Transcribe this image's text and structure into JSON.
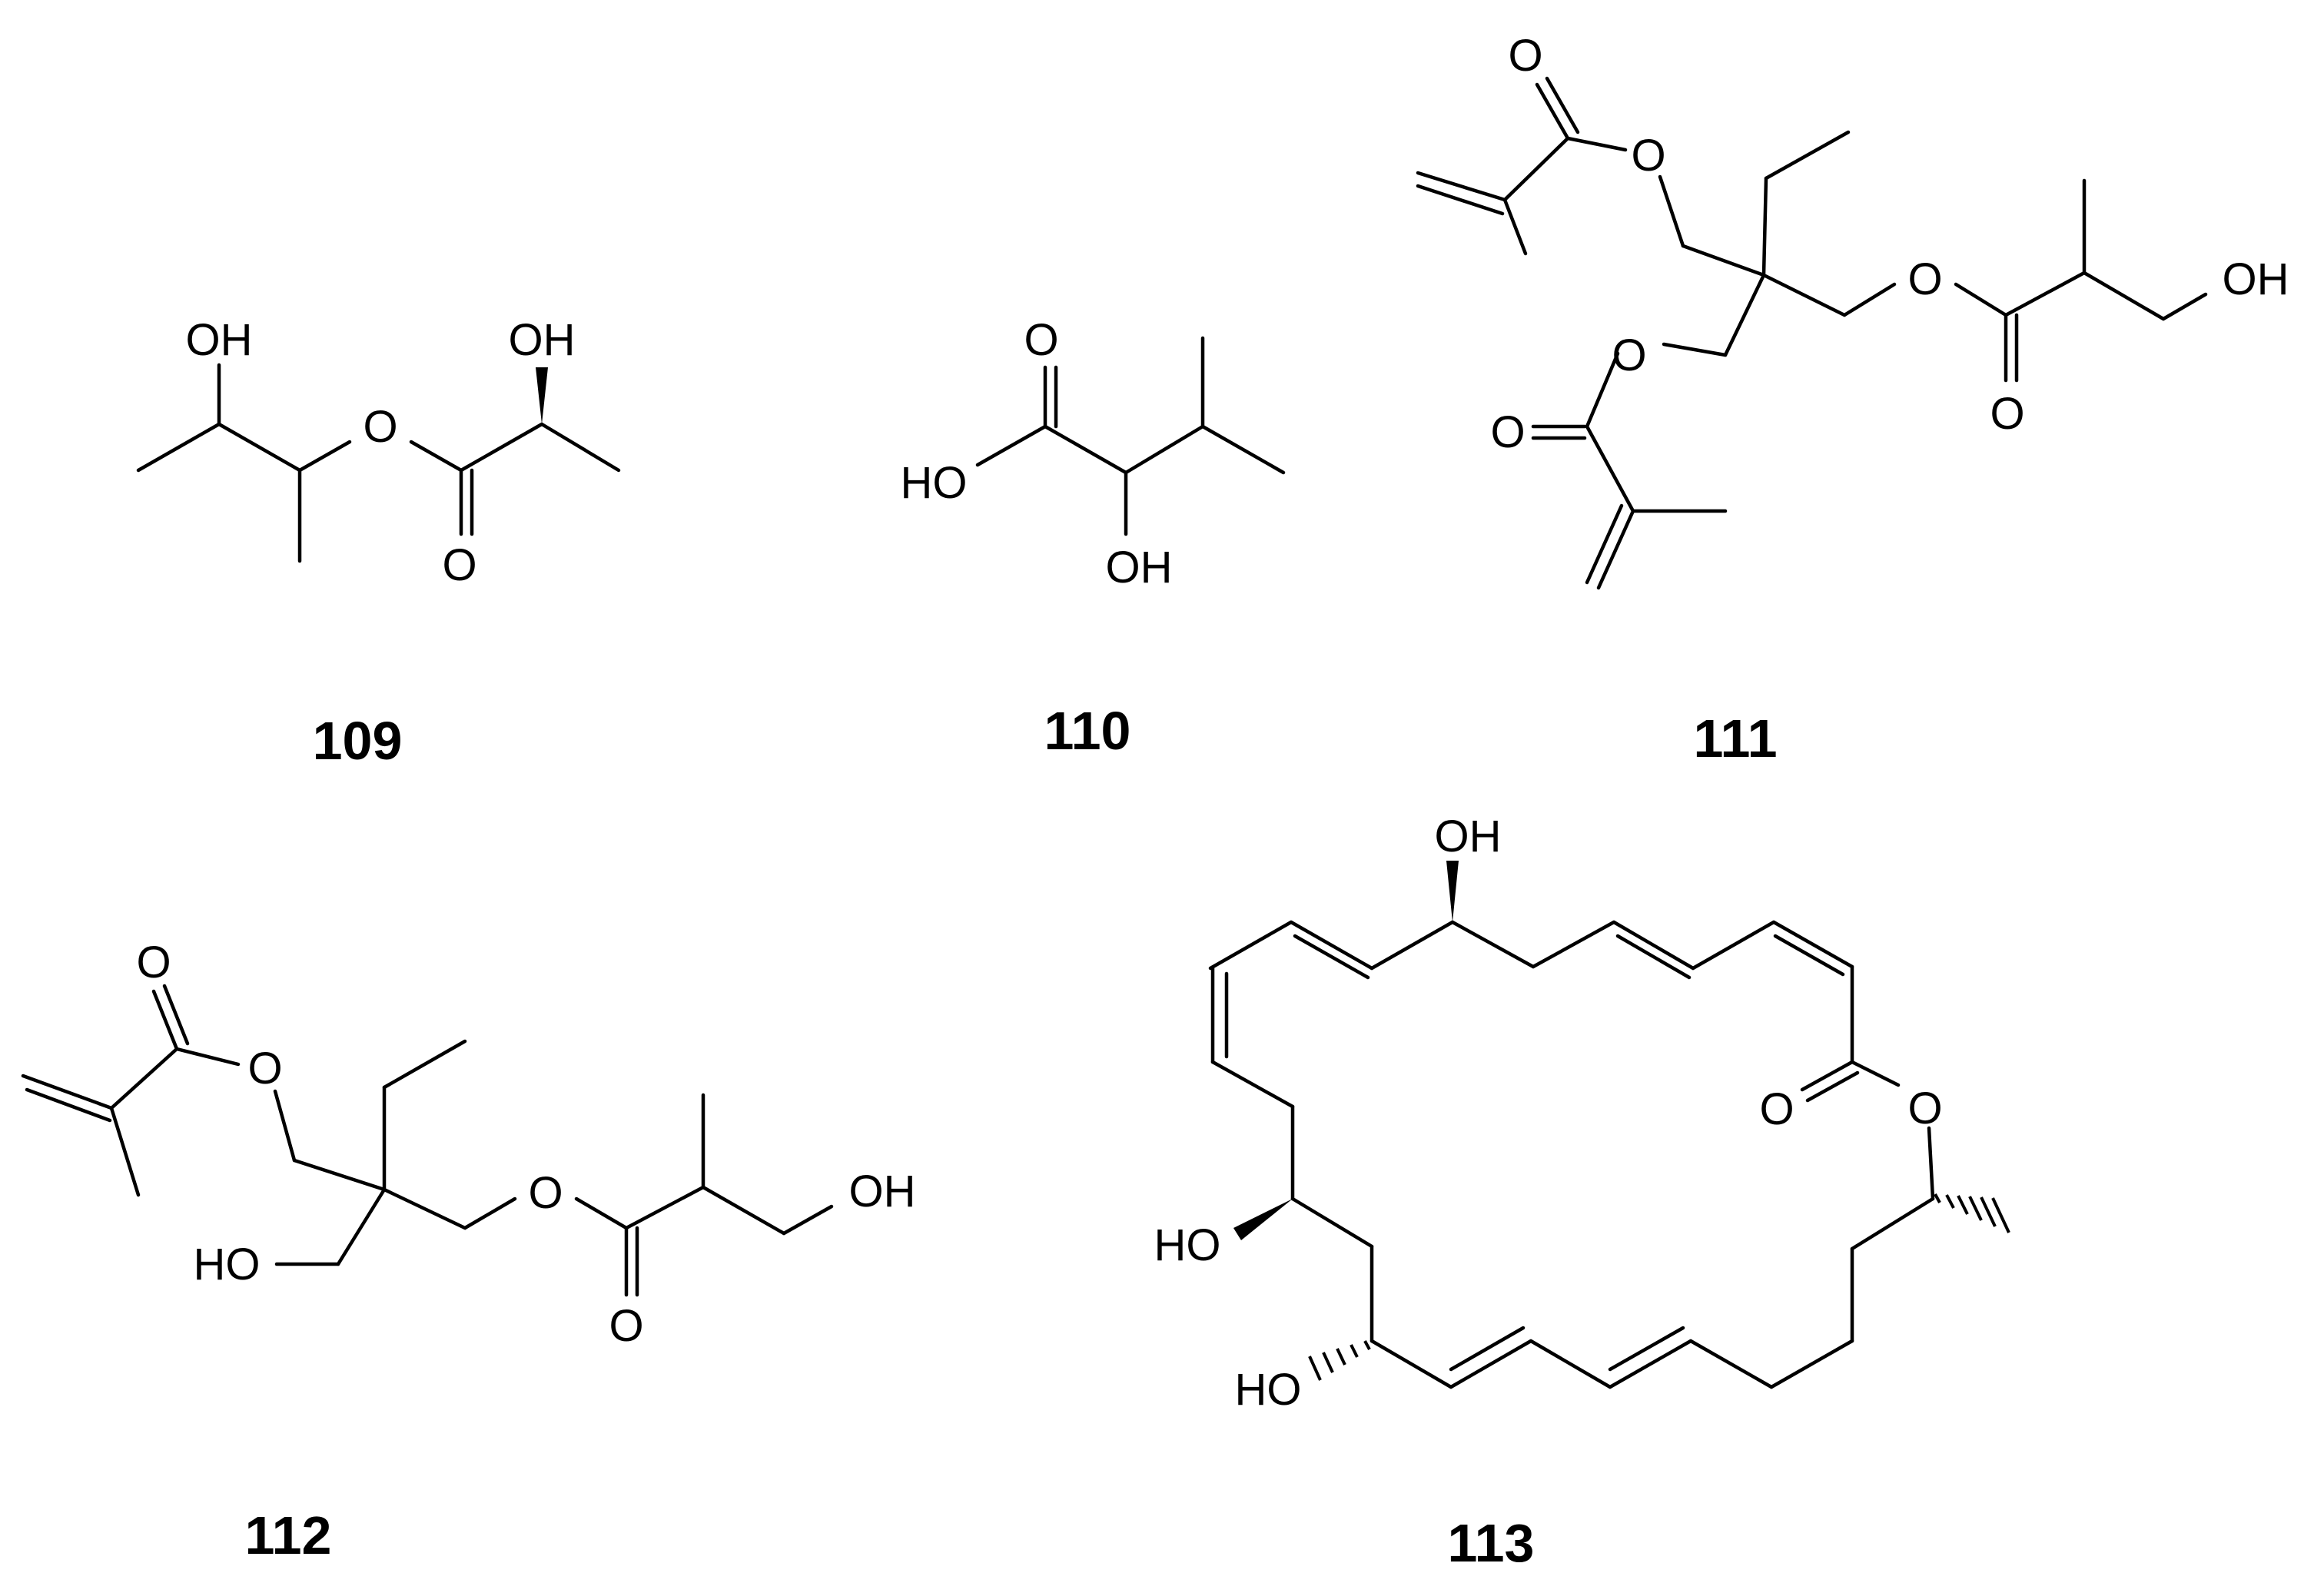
{
  "compounds": [
    {
      "id": "109",
      "labels": {
        "oh1": "OH",
        "oh2": "OH",
        "o_ester": "O",
        "o_carbonyl": "O"
      }
    },
    {
      "id": "110",
      "labels": {
        "o_carbonyl": "O",
        "ho": "HO",
        "oh": "OH"
      }
    },
    {
      "id": "111",
      "labels": {
        "o1": "O",
        "o2": "O",
        "o3": "O",
        "o4": "O",
        "o5": "O",
        "o6": "O",
        "oh": "OH"
      }
    },
    {
      "id": "112",
      "labels": {
        "o1": "O",
        "o2": "O",
        "ho": "HO",
        "o3": "O",
        "o4": "O",
        "oh": "OH"
      }
    },
    {
      "id": "113",
      "labels": {
        "oh_top": "OH",
        "o_carbonyl": "O",
        "o_ring": "O",
        "ho1": "HO",
        "ho2": "HO"
      }
    }
  ]
}
